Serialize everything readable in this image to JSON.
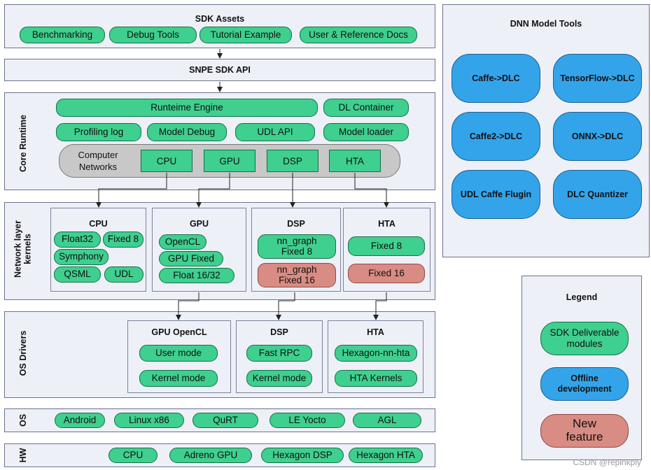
{
  "sdk_assets": {
    "title": "SDK Assets",
    "items": [
      "Benchmarking",
      "Debug Tools",
      "Tutorial Example",
      "User & Reference Docs"
    ]
  },
  "sdk_api": {
    "title": "SNPE SDK API"
  },
  "core_runtime": {
    "label": "Core  Runtime",
    "runtime_engine": "Runteime Engine",
    "dl_container": "DL Container",
    "row2": [
      "Profiling log",
      "Model Debug",
      "UDL API",
      "Model loader"
    ],
    "computer_networks": "Computer\nNetworks",
    "units": [
      "CPU",
      "GPU",
      "DSP",
      "HTA"
    ]
  },
  "kernels": {
    "label": "Network layer\nkernels",
    "cpu": {
      "title": "CPU",
      "items": [
        "Float32",
        "Fixed 8",
        "Symphony",
        "QSML",
        "UDL"
      ]
    },
    "gpu": {
      "title": "GPU",
      "items": [
        "OpenCL",
        "GPU Fixed",
        "Float 16/32"
      ]
    },
    "dsp": {
      "title": "DSP",
      "items": [
        "nn_graph\nFixed 8",
        "nn_graph\nFixed 16"
      ]
    },
    "hta": {
      "title": "HTA",
      "items": [
        "Fixed 8",
        "Fixed 16"
      ]
    }
  },
  "drivers": {
    "label": "OS Drivers",
    "gpu": {
      "title": "GPU OpenCL",
      "items": [
        "User mode",
        "Kernel mode"
      ]
    },
    "dsp": {
      "title": "DSP",
      "items": [
        "Fast RPC",
        "Kernel mode"
      ]
    },
    "hta": {
      "title": "HTA",
      "items": [
        "Hexagon-nn-hta",
        "HTA Kernels"
      ]
    }
  },
  "os": {
    "label": "OS",
    "items": [
      "Android",
      "Linux x86",
      "QuRT",
      "LE Yocto",
      "AGL"
    ]
  },
  "hw": {
    "label": "HW",
    "items": [
      "CPU",
      "Adreno GPU",
      "Hexagon DSP",
      "Hexagon HTA"
    ]
  },
  "dnn_tools": {
    "title": "DNN Model Tools",
    "items": [
      "Caffe->DLC",
      "TensorFlow->DLC",
      "Caffe2->DLC",
      "ONNX->DLC",
      "UDL Caffe Flugin",
      "DLC Quantizer"
    ]
  },
  "legend": {
    "title": "Legend",
    "sdk": "SDK Deliverable\nmodules",
    "offline": "Offline\ndevelopment",
    "new": "New\nfeature"
  },
  "watermark": "CSDN @repinkply",
  "colors": {
    "green": "#3fcf8e",
    "blue": "#33a4ea",
    "red": "#d98c83",
    "panel": "#eef0f8",
    "gray": "#c8c8c8"
  }
}
